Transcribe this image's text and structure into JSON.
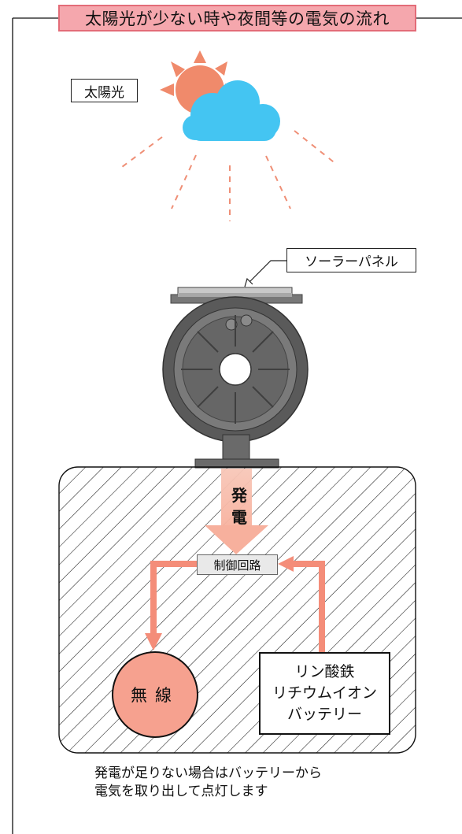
{
  "title": "太陽光が少ない時や夜間等の電気の流れ",
  "labels": {
    "sun": "太陽光",
    "solar_panel": "ソーラーパネル",
    "generation_line1": "発",
    "generation_line2": "電",
    "control_circuit": "制御回路",
    "battery_line1": "リン酸鉄",
    "battery_line2": "リチウムイオン",
    "battery_line3": "バッテリー",
    "radio": "無線"
  },
  "caption": {
    "line1": "発電が足りない場合はバッテリーから",
    "line2": "電気を取り出して点灯します"
  },
  "colors": {
    "title_fill": "#f5a7ad",
    "title_border": "#e36c78",
    "sun": "#f08a6b",
    "cloud": "#44c5f2",
    "rays": "#ef8f76",
    "arrow": "#f48d79",
    "generation_arrow": "#f8c2b2",
    "device": "#5a5a5a"
  },
  "icons": [
    "sun-icon",
    "cloud-icon",
    "solar-panel-icon",
    "battery-icon",
    "radio-icon"
  ]
}
